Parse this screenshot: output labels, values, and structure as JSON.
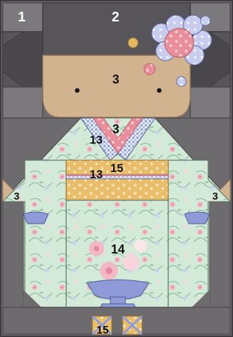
{
  "pattern": {
    "piece_labels": {
      "corner_left": "1",
      "hair_top": "2",
      "face": "3",
      "neck": "3",
      "sleeve_left": "3",
      "sleeve_right": "3",
      "collar_upper": "13",
      "collar_lower": "13",
      "obi": "15",
      "body": "14",
      "feet": "15"
    }
  }
}
